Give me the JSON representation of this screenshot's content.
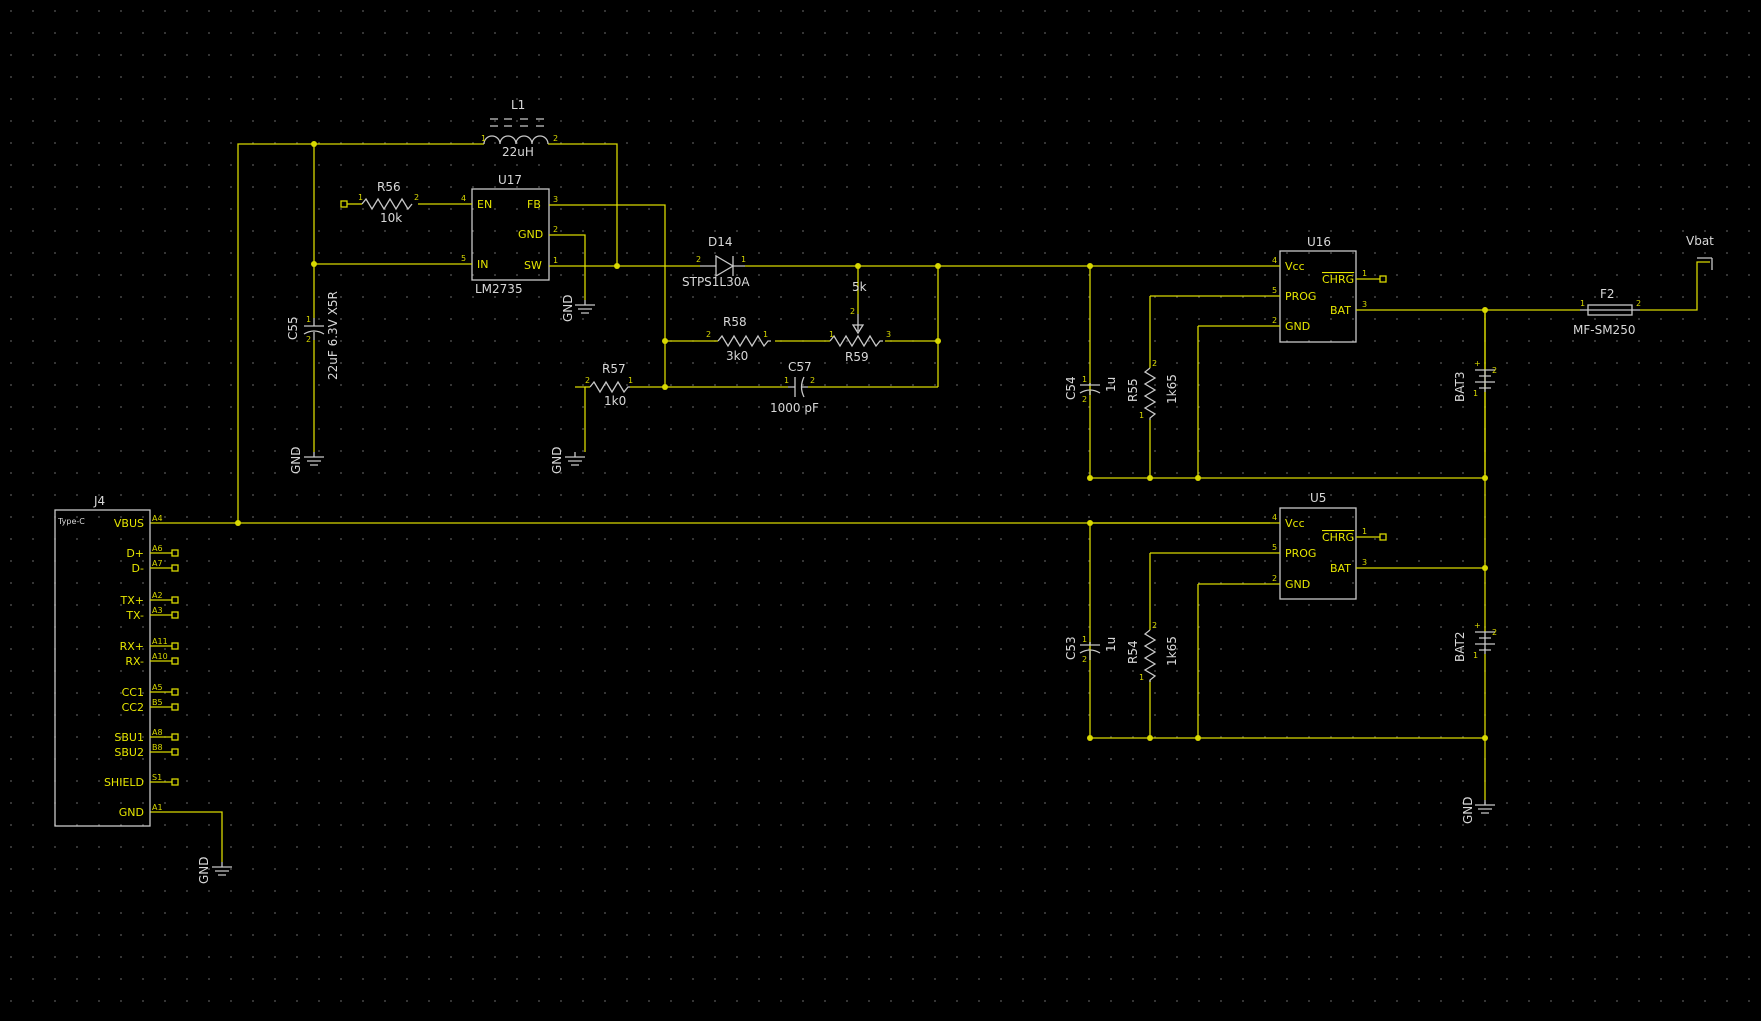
{
  "refs": {
    "L1": "L1",
    "U17": "U17",
    "R56": "R56",
    "D14": "D14",
    "C55": "C55",
    "R58": "R58",
    "R59": "R59",
    "R57": "R57",
    "C57": "C57",
    "U16": "U16",
    "U5": "U5",
    "C54": "C54",
    "R55": "R55",
    "C53": "C53",
    "R54": "R54",
    "F2": "F2",
    "BAT3": "BAT3",
    "BAT2": "BAT2",
    "J4": "J4"
  },
  "values": {
    "L1": "22uH",
    "U17": "LM2735",
    "R56": "10k",
    "D14": "STPS1L30A",
    "C55": "22uF 6.3V X5R",
    "R58": "3k0",
    "R59": "5k",
    "R57": "1k0",
    "C57": "1000 pF",
    "C54": "1u",
    "R55": "1k65",
    "C53": "1u",
    "R54": "1k65",
    "F2": "MF-SM250",
    "J4": "Type-C"
  },
  "power": {
    "gnd": "GND",
    "vbat": "Vbat"
  },
  "u17_pins": {
    "en": "EN",
    "in": "IN",
    "fb": "FB",
    "gnd": "GND",
    "sw": "SW"
  },
  "charger_pins": {
    "vcc": "Vcc",
    "prog": "PROG",
    "gnd": "GND",
    "chrg": "CHRG",
    "bat": "BAT"
  },
  "j4_pins": [
    {
      "name": "VBUS",
      "num": "A4"
    },
    {
      "name": "D+",
      "num": "A6"
    },
    {
      "name": "D-",
      "num": "A7"
    },
    {
      "name": "TX+",
      "num": "A2"
    },
    {
      "name": "TX-",
      "num": "A3"
    },
    {
      "name": "RX+",
      "num": "A11"
    },
    {
      "name": "RX-",
      "num": "A10"
    },
    {
      "name": "CC1",
      "num": "A5"
    },
    {
      "name": "CC2",
      "num": "B5"
    },
    {
      "name": "SBU1",
      "num": "A8"
    },
    {
      "name": "SBU2",
      "num": "B8"
    },
    {
      "name": "SHIELD",
      "num": "S1"
    },
    {
      "name": "GND",
      "num": "A1"
    }
  ],
  "pin_numbers": {
    "one": "1",
    "two": "2",
    "three": "3",
    "four": "4",
    "five": "5",
    "plus": "+"
  },
  "colors": {
    "background": "#000000",
    "wire": "#d8d800",
    "component": "#c8c8c8",
    "text": "#d8d8d8"
  }
}
